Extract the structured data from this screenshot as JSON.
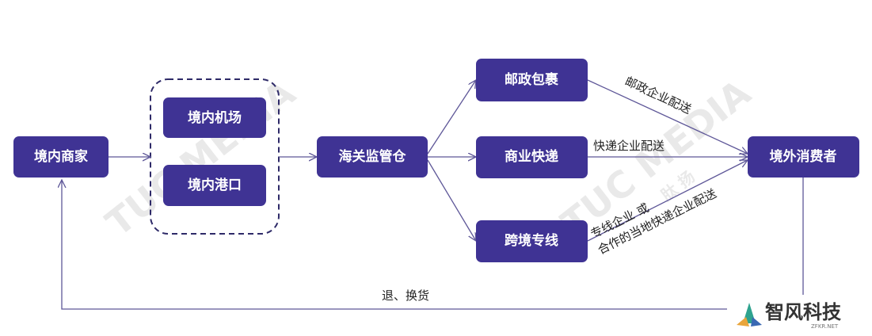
{
  "nodes": {
    "domestic_merchant": "境内商家",
    "domestic_airport": "境内机场",
    "domestic_port": "境内港口",
    "customs_warehouse": "海关监管仓",
    "postal_parcel": "邮政包裹",
    "commercial_express": "商业快递",
    "cross_border_line": "跨境专线",
    "overseas_consumer": "境外消费者"
  },
  "edge_labels": {
    "postal_delivery": "邮政企业配送",
    "express_delivery": "快递企业配送",
    "line_delivery_1": "专线企业 或",
    "line_delivery_2": "合作的当地快递企业配送",
    "return_exchange": "退、换货"
  },
  "watermark": {
    "logo_text": "TUC MEDIA",
    "logo_sub": "肽 扬"
  },
  "brand": {
    "name": "智风科技",
    "domain": "ZFKR.NET",
    "colors": [
      "#2fa38f",
      "#e9a53b",
      "#3a68b3"
    ]
  },
  "colors": {
    "node_fill": "#3f3394",
    "node_text": "#ffffff",
    "edge": "#5e5798"
  }
}
